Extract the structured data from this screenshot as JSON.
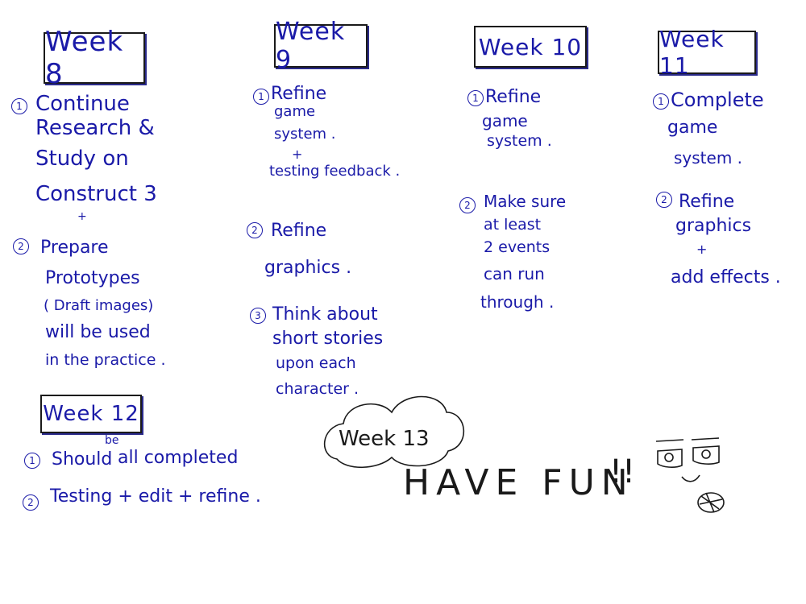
{
  "w8": {
    "title": "Week 8",
    "n1": "1",
    "l1": "Continue",
    "l2": "Research &",
    "l3": "Study on",
    "l4": "Construct 3",
    "plus": "+",
    "n2": "2",
    "l5": "Prepare",
    "l6": "Prototypes",
    "l7": "( Draft images)",
    "l8": "will be used",
    "l9": "in the practice ."
  },
  "w9": {
    "title": "Week 9",
    "n1": "1",
    "l1": "Refine",
    "l2": "game",
    "l3": "system .",
    "plus": "+",
    "l4": "testing feedback .",
    "n2": "2",
    "l5": "Refine",
    "l6": "graphics .",
    "n3": "3",
    "l7": "Think about",
    "l8": "short stories",
    "l9": "upon each",
    "l10": "character ."
  },
  "w10": {
    "title": "Week 10",
    "n1": "1",
    "l1": "Refine",
    "l2": "game",
    "l3": "system .",
    "n2": "2",
    "l4": "Make sure",
    "l5": "at least",
    "l6": "2 events",
    "l7": "can run",
    "l8": "through ."
  },
  "w11": {
    "title": "Week 11",
    "n1": "1",
    "l1": "Complete",
    "l2": "game",
    "l3": "system .",
    "n2": "2",
    "l4": "Refine",
    "l5": "graphics",
    "plus": "+",
    "l6": "add effects ."
  },
  "w12": {
    "title": "Week 12",
    "n1": "1",
    "l1a": "Should",
    "be": "be",
    "l1b": "all completed",
    "n2": "2",
    "l2": "Testing + edit + refine ."
  },
  "w13": {
    "title": "Week 13",
    "fun": "HAVE FUN",
    "bangs": "!!"
  },
  "colors": {
    "ink": "#1a1aa8",
    "outline": "#1a1a1a"
  }
}
